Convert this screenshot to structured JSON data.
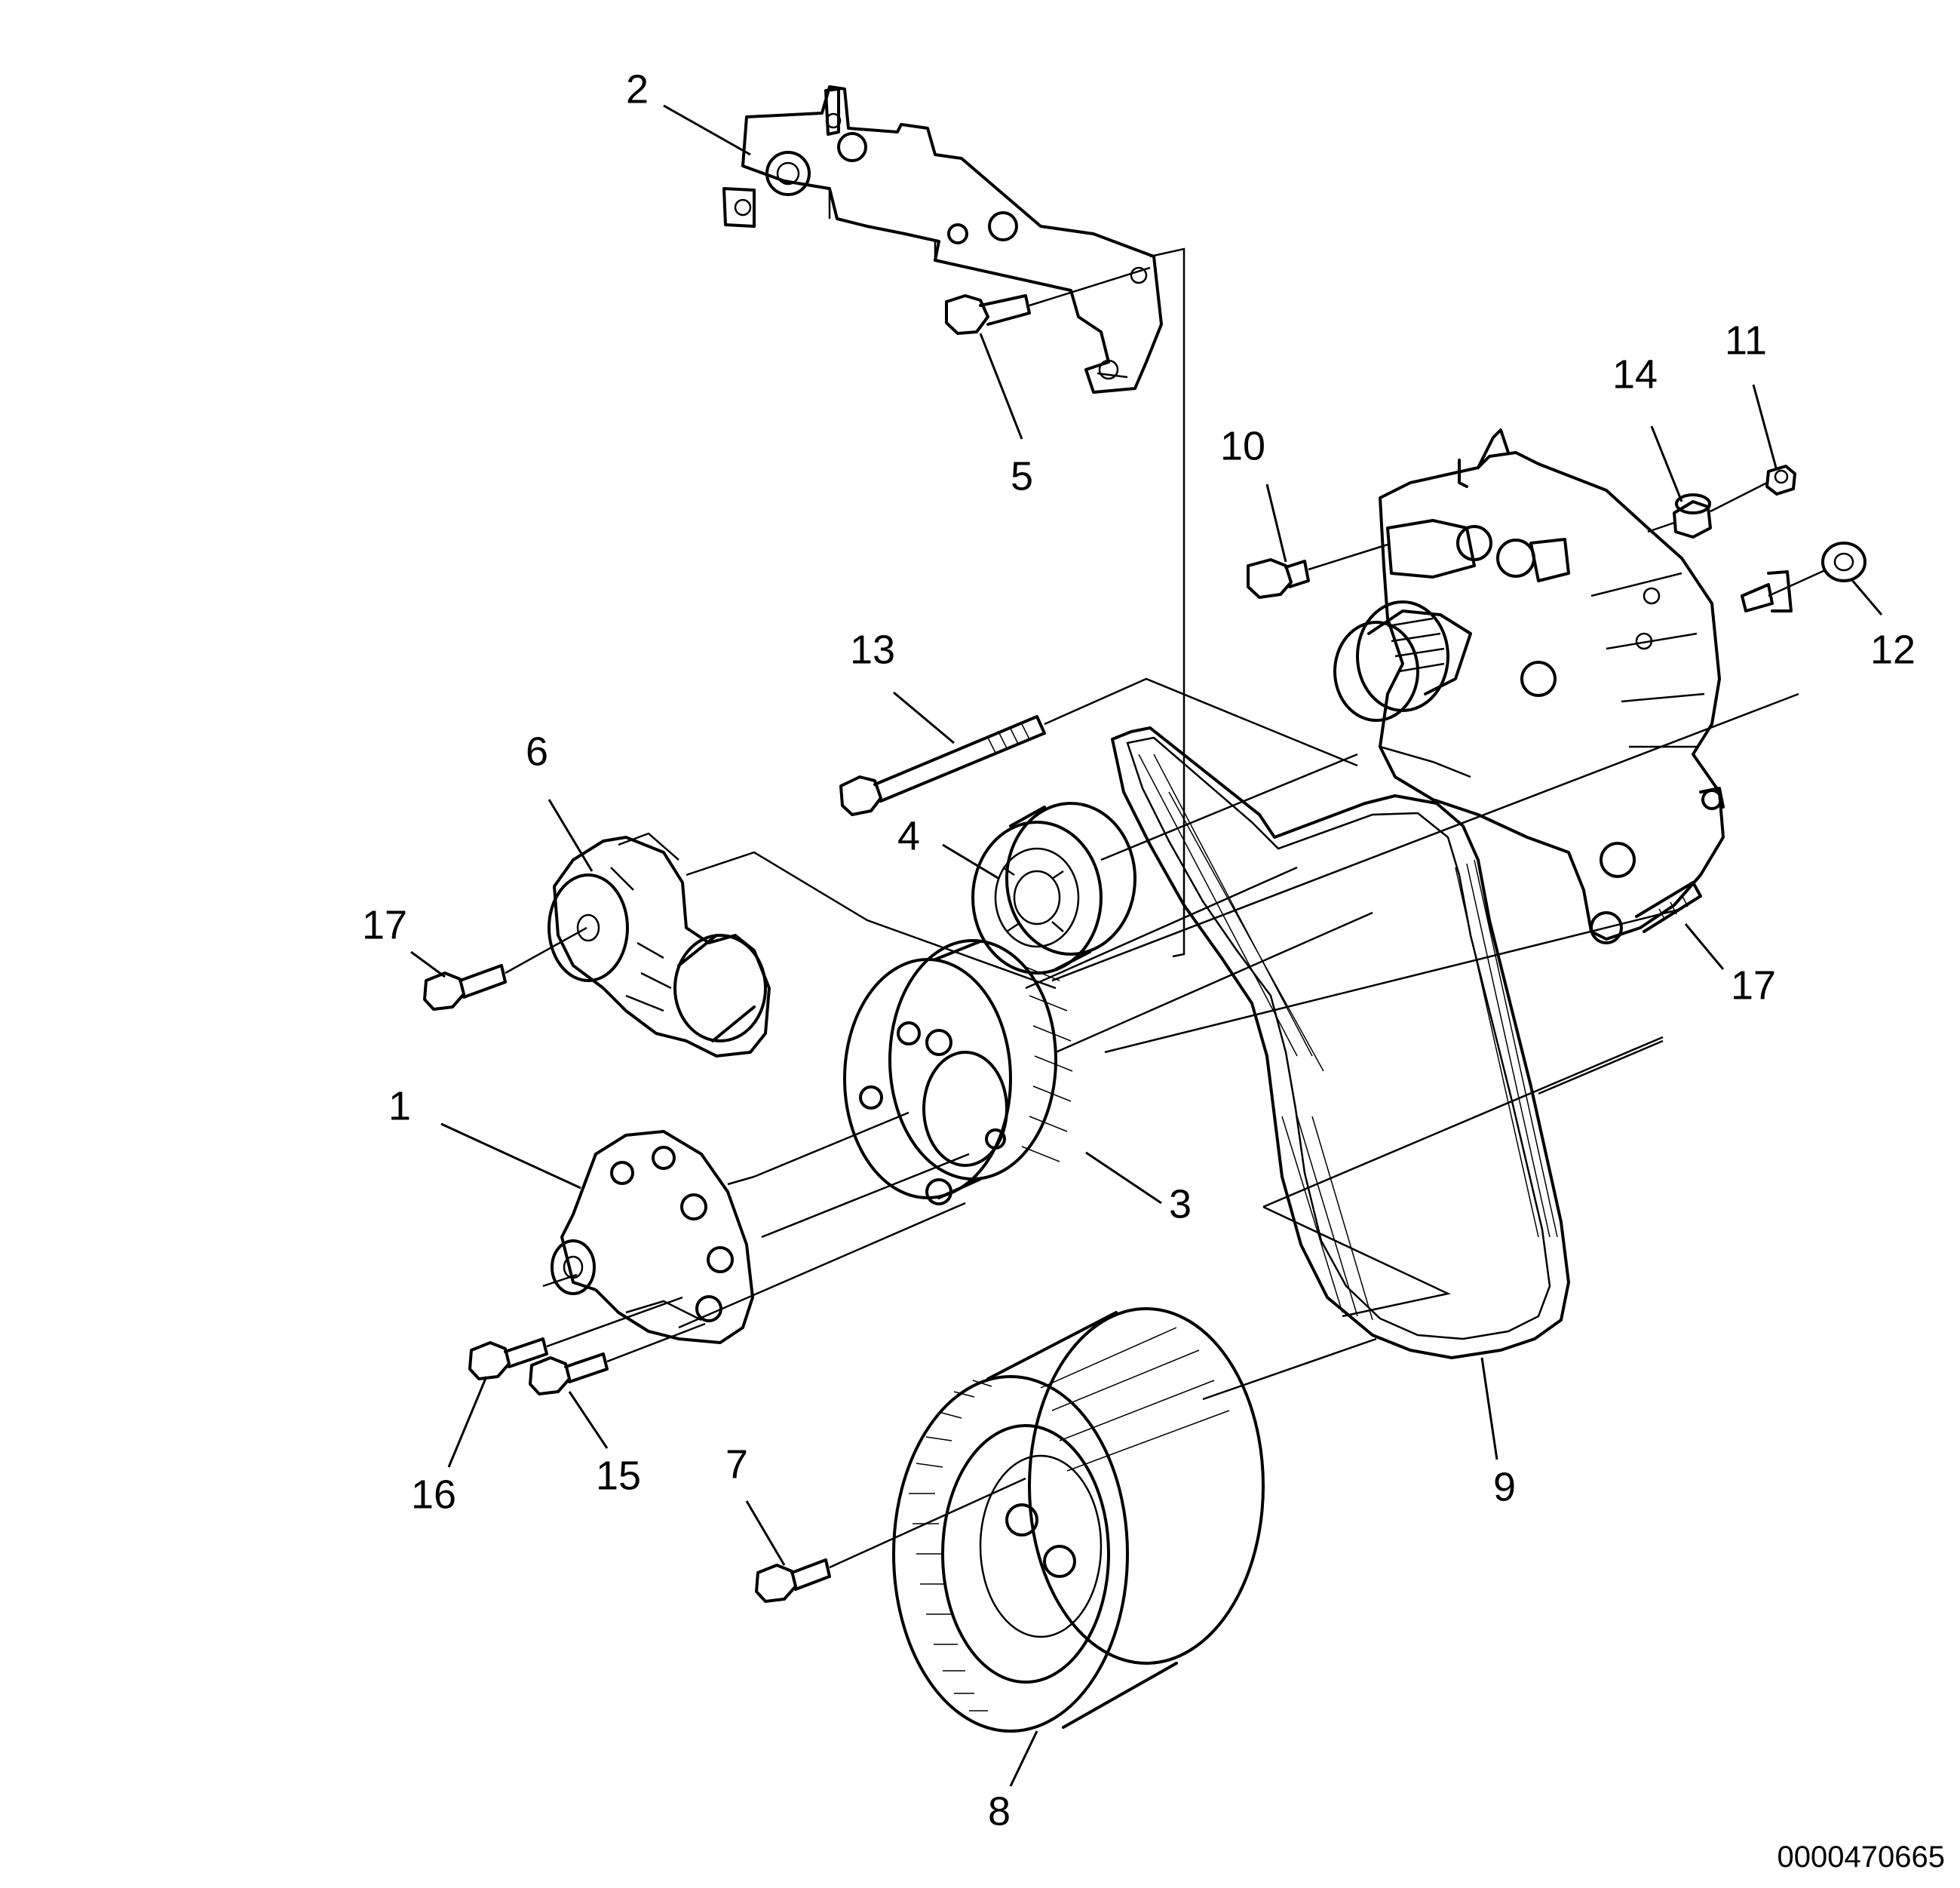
{
  "callouts": [
    {
      "id": "c2",
      "text": "2"
    },
    {
      "id": "c5",
      "text": "5"
    },
    {
      "id": "c10",
      "text": "10"
    },
    {
      "id": "c11",
      "text": "11"
    },
    {
      "id": "c12",
      "text": "12"
    },
    {
      "id": "c13",
      "text": "13"
    },
    {
      "id": "c14",
      "text": "14"
    },
    {
      "id": "c6",
      "text": "6"
    },
    {
      "id": "c4",
      "text": "4"
    },
    {
      "id": "c17a",
      "text": "17"
    },
    {
      "id": "c17b",
      "text": "17"
    },
    {
      "id": "c1",
      "text": "1"
    },
    {
      "id": "c3",
      "text": "3"
    },
    {
      "id": "c9",
      "text": "9"
    },
    {
      "id": "c16",
      "text": "16"
    },
    {
      "id": "c15",
      "text": "15"
    },
    {
      "id": "c7",
      "text": "7"
    },
    {
      "id": "c8",
      "text": "8"
    }
  ],
  "drawing_number": "0000470665"
}
